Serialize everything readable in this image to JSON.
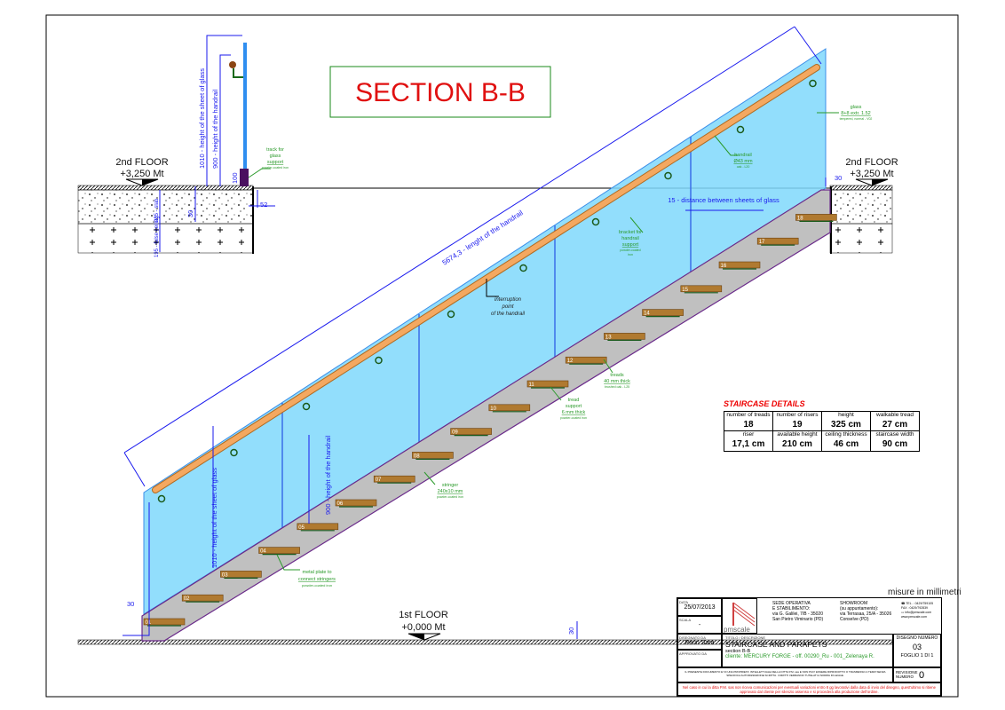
{
  "title": "SECTION B-B",
  "floors": {
    "upper_left": {
      "name": "2nd FLOOR",
      "level": "+3,250 Mt"
    },
    "upper_right": {
      "name": "2nd FLOOR",
      "level": "+3,250 Mt"
    },
    "lower": {
      "name": "1st FLOOR",
      "level": "+0,000 Mt"
    }
  },
  "dimensions": {
    "glass_height_top": "1010 - height of the sheet of glass",
    "handrail_height_top": "900 - height of the handrail",
    "track_100": "100",
    "d_52": "52",
    "d_30_slab": "30",
    "slab_235": "235 - slab",
    "false_ceiling": "195 - false ceiling",
    "d_30_right": "30",
    "glass_gap": "15 - distance between sheets of glass",
    "handrail_length": "5674,3 - lenght of the handrail",
    "glass_height_bottom": "1010 - height of the sheet of glass",
    "handrail_height_bottom": "900 - height of the handrail",
    "d_30_left": "30",
    "d_30_floor": "30"
  },
  "annotations": {
    "track": {
      "l1": "track for",
      "l2": "glass",
      "l3": "support",
      "l4": "powder-coated iron"
    },
    "glass": {
      "l1": "glass",
      "l2": "8+8 extr. 1.52",
      "l3": "tempered, normal - V02"
    },
    "handrail": {
      "l1": "handrail",
      "l2": "Ø43 mm",
      "l3": "oak - L20"
    },
    "bracket": {
      "l1": "bracket for",
      "l2": "handrail",
      "l3": "support",
      "l4": "powder-coated",
      "l5": "iron"
    },
    "interruption": {
      "l1": "interruption",
      "l2": "point",
      "l3": "of the handrail"
    },
    "treads": {
      "l1": "treads",
      "l2": "40 mm thick",
      "l3": "brushed oak - L25"
    },
    "tread_support": {
      "l1": "tread",
      "l2": "support",
      "l3": "6 mm thick",
      "l4": "powder-coated iron"
    },
    "stringer": {
      "l1": "stringer",
      "l2": "240x10 mm",
      "l3": "powder-coated iron"
    },
    "metal_plate": {
      "l1": "metal plate to",
      "l2": "connect stringers",
      "l3": "powder-coated iron"
    }
  },
  "treads": [
    "01",
    "02",
    "03",
    "04",
    "05",
    "06",
    "07",
    "08",
    "09",
    "10",
    "11",
    "12",
    "13",
    "14",
    "15",
    "16",
    "17",
    "18"
  ],
  "details": {
    "title": "STAIRCASE DETAILS",
    "cells": [
      {
        "label": "number of treads",
        "value": "18"
      },
      {
        "label": "number of risers",
        "value": "19"
      },
      {
        "label": "height",
        "value": "325 cm"
      },
      {
        "label": "walkable tread",
        "value": "27 cm"
      },
      {
        "label": "riser",
        "value": "17,1 cm"
      },
      {
        "label": "available height",
        "value": "210 cm"
      },
      {
        "label": "ceiling thickness",
        "value": "46 cm"
      },
      {
        "label": "staircase width",
        "value": "90 cm"
      }
    ]
  },
  "units": "misure in millimetri",
  "title_block": {
    "date_label": "DATA",
    "date": "25/07/2013",
    "scale_label": "SCALA",
    "scale": "-",
    "drawn_label": "DISEGNATO DA",
    "drawn": "Perin Sara",
    "approved_label": "APPROVATO DA",
    "logo": "pmscale",
    "hq": {
      "l1": "SEDE OPERATIVA",
      "l2": "E STABILIMENTO:",
      "l3": "via G. Galilei, 7/B - 35020",
      "l4": "San Pietro Viminario (PD)"
    },
    "showroom": {
      "l1": "SHOWROOM",
      "l2": "(su appuntamento):",
      "l3": "via Terrasaa, 25/A - 35026",
      "l4": "Conselve (PD)"
    },
    "tel": "TEL. : 0429/759105",
    "fax": "FAX : 0429/792839",
    "email": "info@pmscale.com",
    "web": "www.pmscale.com",
    "desc_label": "TITOLO / DESCRIZIONE",
    "desc_title": "STAIRCASE AND PARAPETS",
    "desc_sub": "section B-B",
    "client": "cliente: MERCURY FORGE - off. 00290_Ru - 001_Zelenaya R.",
    "drawing_no_label": "DISEGNO NUMERO",
    "drawing_no": "03",
    "sheet": "FOGLIO 1 DI 1",
    "rev_label": "REVISIONE NUMERO",
    "rev": "0",
    "legal": "IL PRESENTE DOCUMENTO E' DI UNA PROPRIETA' INTELLETTUALE DELLA DITTA P.M. sas E NON PUO' ESSERE RIPRODOTTO O TRASMESSO A TERZI SENZA SPECIFICA AUTORIZZAZIONE SCRITTA. I DIRITTI VERRANNO TUTELATI A NORMA DI LEGGE.",
    "notice": "Nel caso in cui la ditta P.M. sas non riceva comunicazioni per eventuali variazioni entro 8 gg lavorativi dalla data di invio del disegno, quest'ultimo si ritiene approvato dal cliente per silenzio assenso e si procederà alla produzione dell'ordine."
  },
  "colors": {
    "glass": "#7fd8fb",
    "handrail": "#f4a860",
    "stringer": "#c0c0c0",
    "tread": "#b07a30",
    "dim": "#1a1aee",
    "note": "#2a9a2a",
    "title": "#e01010"
  }
}
